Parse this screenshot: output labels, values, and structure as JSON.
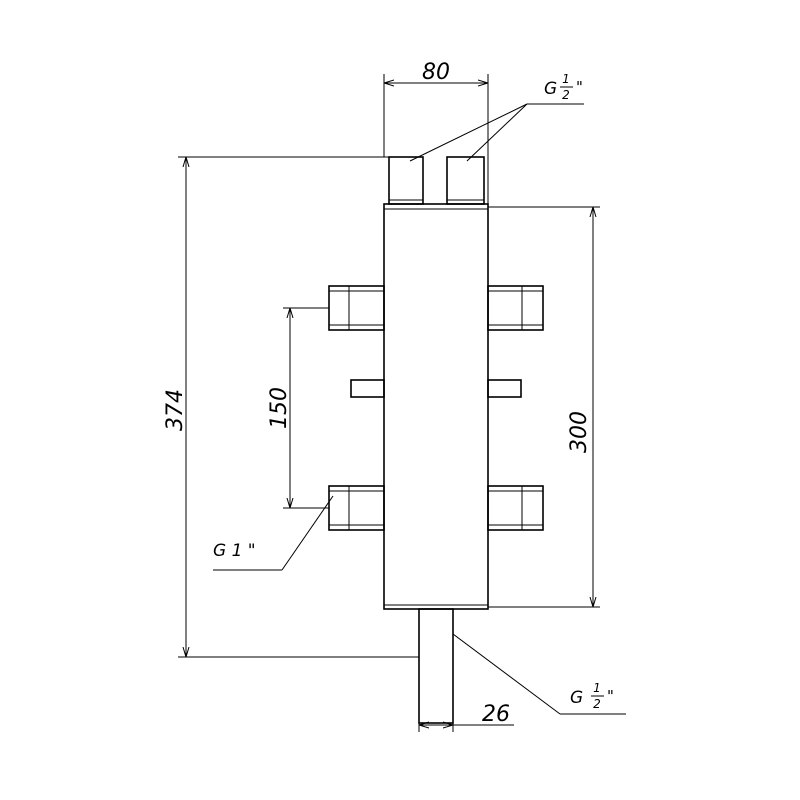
{
  "dimensions": {
    "top_width": "80",
    "overall_height": "374",
    "body_height": "300",
    "pipe_spacing": "150",
    "bottom_pipe_width": "26"
  },
  "thread_labels": {
    "top_prefix": "G",
    "top_num": "1",
    "top_den": "2",
    "top_suffix": "\"",
    "side": "G 1 \"",
    "bottom_prefix": "G",
    "bottom_num": "1",
    "bottom_den": "2",
    "bottom_suffix": "\""
  }
}
